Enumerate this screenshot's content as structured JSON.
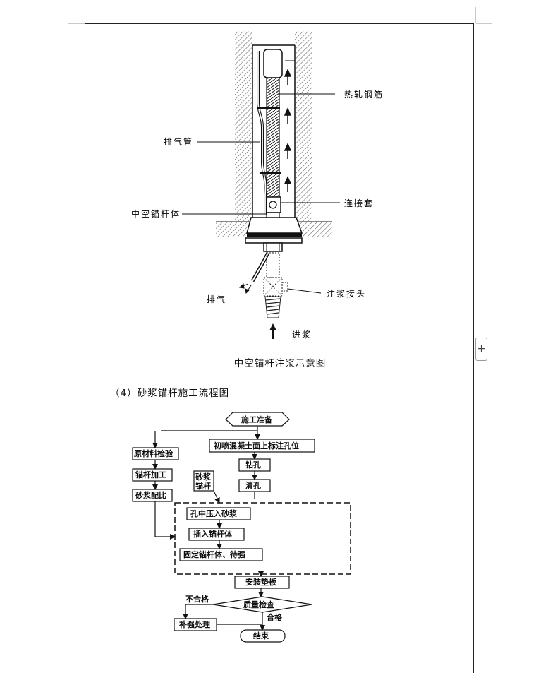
{
  "figure1": {
    "labels": {
      "rebar": "热轧钢筋",
      "exhaust_pipe": "排气管",
      "coupler": "连接套",
      "hollow_body": "中空锚杆体",
      "exhaust": "排气",
      "grout_joint": "注浆接头",
      "grout_in": "进浆"
    },
    "caption": "中空锚杆注浆示意图"
  },
  "section_heading": "（4）砂浆锚杆施工流程图",
  "flowchart": {
    "start": "施工准备",
    "mark_holes": "初喷混凝土面上标注孔位",
    "drill": "钻孔",
    "clean": "清孔",
    "inspect_material": "原材料检验",
    "process_anchor": "锚杆加工",
    "mortar_ratio": "砂浆配比",
    "mortar_anchor_line1": "砂浆",
    "mortar_anchor_line2": "锚杆",
    "press_mortar": "孔中压入砂浆",
    "insert_body": "插入锚杆体",
    "fix_wait": "固定锚杆体、待强",
    "install_plate": "安装垫板",
    "quality_check": "质量检查",
    "fail_label": "不合格",
    "pass_label": "合格",
    "reinforce": "补强处理",
    "end": "结束"
  },
  "add_button_label": "+"
}
